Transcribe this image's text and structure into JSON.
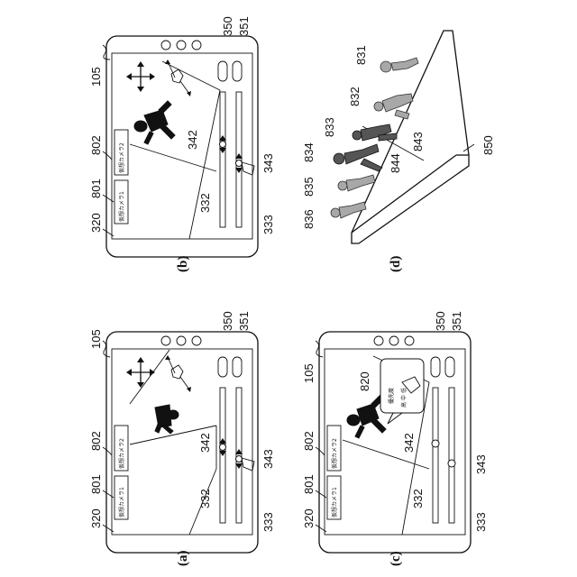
{
  "panels": {
    "a": {
      "caption": "(a)",
      "refs": {
        "r105": "105",
        "r320": "320",
        "r801": "801",
        "r802": "802",
        "r342": "342",
        "r332": "332",
        "r343": "343",
        "r333": "333",
        "r350": "350",
        "r351": "351"
      },
      "tab1": "仮想カメラ1",
      "tab2": "仮想カメラ2"
    },
    "b": {
      "caption": "(b)",
      "refs": {
        "r105": "105",
        "r320": "320",
        "r801": "801",
        "r802": "802",
        "r342": "342",
        "r332": "332",
        "r343": "343",
        "r333": "333",
        "r350": "350",
        "r351": "351"
      },
      "tab1": "仮想カメラ1",
      "tab2": "仮想カメラ2"
    },
    "c": {
      "caption": "(c)",
      "refs": {
        "r105": "105",
        "r320": "320",
        "r801": "801",
        "r802": "802",
        "r820": "820",
        "r342": "342",
        "r332": "332",
        "r343": "343",
        "r333": "333",
        "r350": "350",
        "r351": "351"
      },
      "tab1": "仮想カメラ1",
      "tab2": "仮想カメラ2",
      "popup_line1": "優先度",
      "popup_line2": "高 中 低"
    },
    "d": {
      "caption": "(d)",
      "refs": {
        "r831": "831",
        "r832": "832",
        "r833": "833",
        "r834": "834",
        "r835": "835",
        "r836": "836",
        "r843": "843",
        "r844": "844",
        "r850": "850"
      }
    }
  }
}
